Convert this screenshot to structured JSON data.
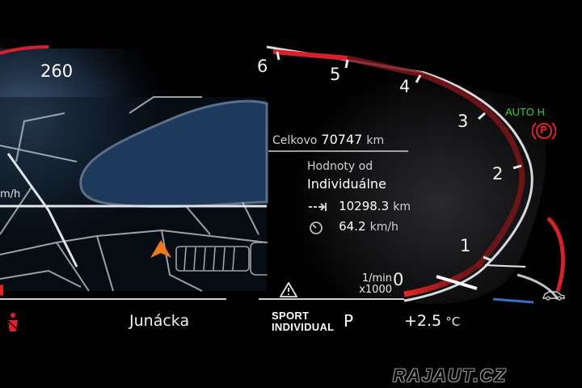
{
  "speedometer": {
    "max_label": "260",
    "partial_unit": "m/h"
  },
  "tachometer": {
    "ticks": [
      "6",
      "5",
      "4",
      "3",
      "2",
      "1",
      "0"
    ],
    "unit_line1": "1/min",
    "unit_line2": "x1000"
  },
  "trip": {
    "total_label": "Celkovo",
    "total_value": "70747",
    "total_unit": "km",
    "values_from_label": "Hodnoty od",
    "values_from_value": "Individuálne",
    "distance_value": "10298.3",
    "distance_unit": "km",
    "avg_speed_value": "64.2",
    "avg_speed_unit": "km/h"
  },
  "status": {
    "auto_hold": "AUTO H",
    "parking_brake": "P",
    "auto_hold_color": "#2fd12f",
    "brake_color": "#e0202a"
  },
  "bottom_bar": {
    "street": "Junácka",
    "drive_mode_line1": "SPORT",
    "drive_mode_line2": "INDIVIDUAL",
    "gear": "P",
    "temperature": "+2.5",
    "temperature_unit": "°C"
  },
  "watermark": "RAJAUT.CZ",
  "icons": [
    "warning-triangle-icon",
    "seatbelt-warning-icon",
    "parking-brake-icon",
    "distance-arrow-icon",
    "stopwatch-icon",
    "car-outline-icon",
    "map-position-arrow-icon"
  ],
  "colors": {
    "accent_red": "#d8202a",
    "map_water": "#1d3a5c",
    "text": "#f2f2f2"
  }
}
